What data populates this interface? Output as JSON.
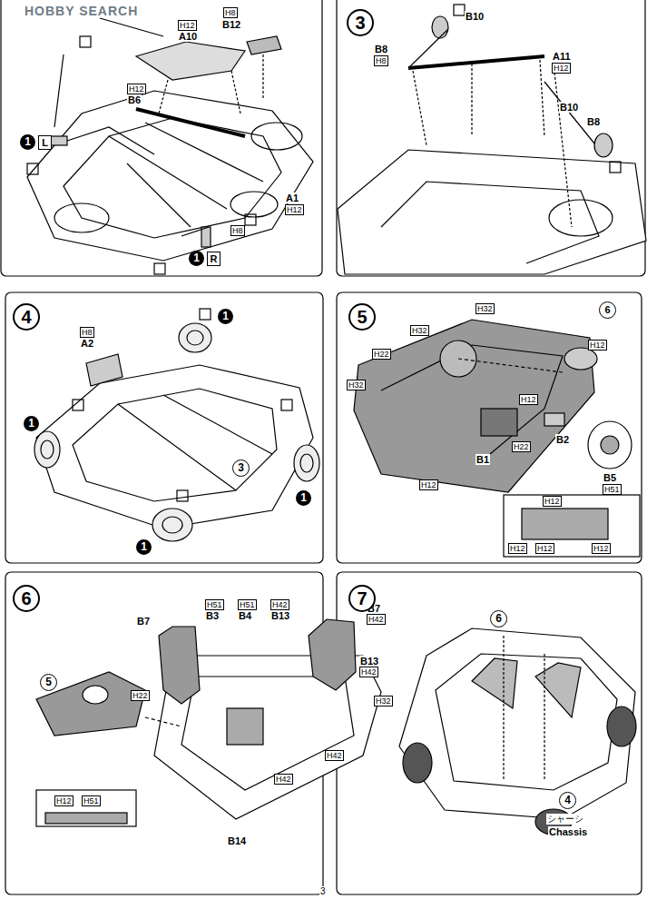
{
  "diagram": {
    "labels": [
      "HOBBY SEARCH",
      "H12",
      "A10",
      "H8",
      "B12",
      "H12",
      "B6",
      "1",
      "L",
      "A1",
      "H12",
      "H8",
      "1",
      "R",
      "3",
      "B10",
      "B8",
      "H8",
      "A11",
      "H12",
      "B10",
      "B8",
      "4",
      "1",
      "H8",
      "A2",
      "1",
      "3",
      "1",
      "1",
      "5",
      "H32",
      "H22",
      "H32",
      "H32",
      "6",
      "H12",
      "H12",
      "H22",
      "B2",
      "B1",
      "H12",
      "B5",
      "H51",
      "H12",
      "H12",
      "H12",
      "H12",
      "6",
      "5",
      "B7",
      "H51",
      "B3",
      "H51",
      "B4",
      "H42",
      "B13",
      "B7",
      "H42",
      "B13",
      "H42",
      "H22",
      "H32",
      "H42",
      "H42",
      "B14",
      "H12",
      "H51",
      "7",
      "6",
      "4",
      "シャーシ",
      "Chassis",
      "3"
    ]
  }
}
